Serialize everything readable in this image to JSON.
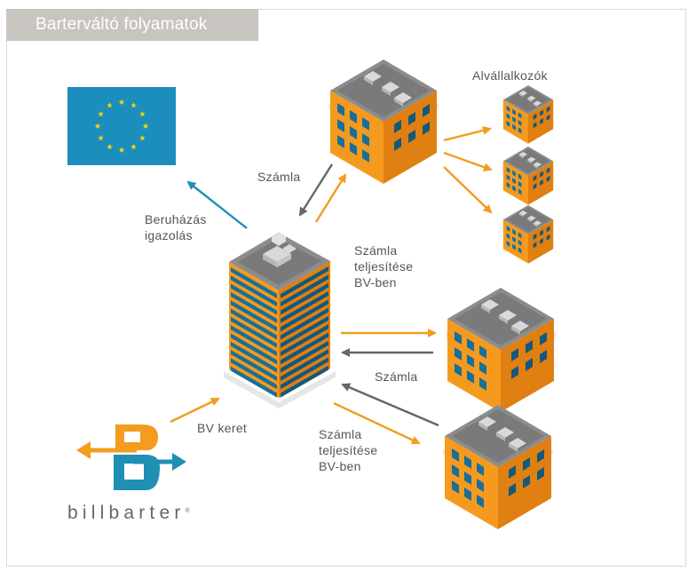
{
  "title": "Barterváltó folyamatok",
  "labels": {
    "subcontractors": "Alvállalkozók",
    "invoice_top": "Számla",
    "investment_proof": "Beruházás\nigazolás",
    "invoice_fulfilled_top": "Számla\nteljesítése\nBV-ben",
    "invoice_mid": "Számla",
    "bv_frame": "BV keret",
    "invoice_fulfilled_bottom": "Számla\nteljesítése\nBV-ben"
  },
  "brand": {
    "name": "billbarter",
    "mark": "®"
  },
  "colors": {
    "orange": "#f39c1f",
    "blue": "#1f8fb3",
    "gray_arrow": "#666666",
    "eu_blue": "#1b8ebe",
    "eu_star": "#ffd200",
    "title_bg": "#c8c4c0",
    "building_orange": "#f49a1e",
    "window_blue": "#1a6f98",
    "roof_gray": "#8a8a8a"
  },
  "icons": [
    "eu-flag-icon",
    "building-icon",
    "skyscraper-icon",
    "billbarter-logo-icon"
  ]
}
